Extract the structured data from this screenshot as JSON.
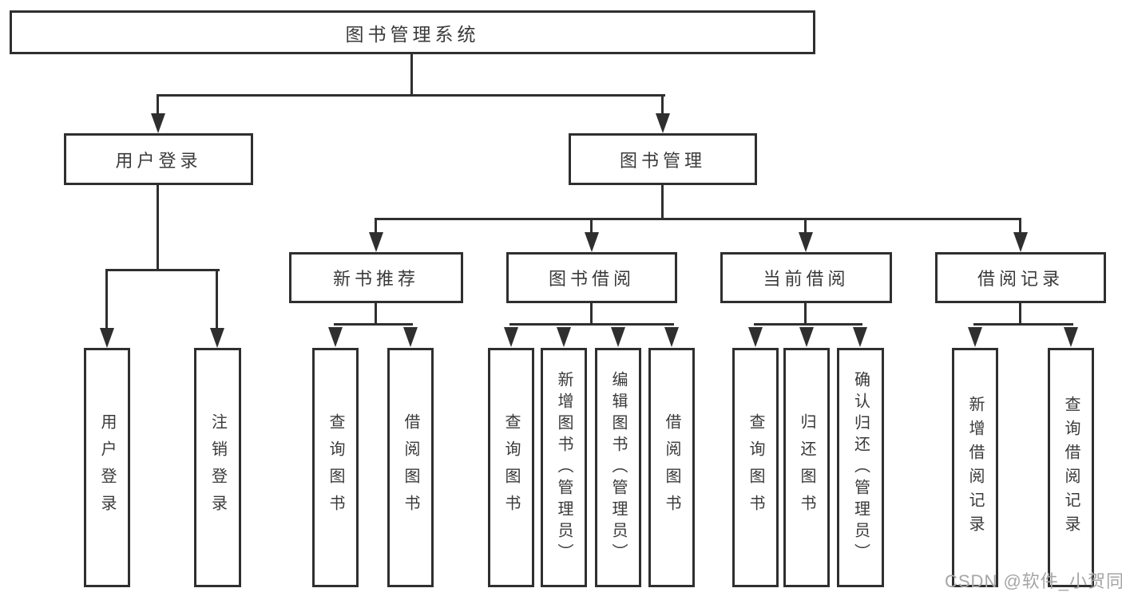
{
  "tree": {
    "root": {
      "label": "图书管理系统"
    },
    "branches": [
      {
        "label": "用户登录",
        "children": [
          {
            "label": "用户登录"
          },
          {
            "label": "注销登录"
          }
        ]
      },
      {
        "label": "图书管理",
        "children": [
          {
            "label": "新书推荐",
            "children": [
              {
                "label": "查询图书"
              },
              {
                "label": "借阅图书"
              }
            ]
          },
          {
            "label": "图书借阅",
            "children": [
              {
                "label": "查询图书"
              },
              {
                "label": "新增图书（管理员）"
              },
              {
                "label": "编辑图书（管理员）"
              },
              {
                "label": "借阅图书"
              }
            ]
          },
          {
            "label": "当前借阅",
            "children": [
              {
                "label": "查询图书"
              },
              {
                "label": "归还图书"
              },
              {
                "label": "确认归还（管理员）"
              }
            ]
          },
          {
            "label": "借阅记录",
            "children": [
              {
                "label": "新增借阅记录"
              },
              {
                "label": "查询借阅记录"
              }
            ]
          }
        ]
      }
    ]
  },
  "watermark": {
    "text": "CSDN @软件_小贺同学"
  },
  "colors": {
    "line": "#2f2f2f",
    "text": "#3a3a3a",
    "box_background": "#ffffff",
    "watermark": "#a6a6a6",
    "page_background": "#ffffff"
  }
}
